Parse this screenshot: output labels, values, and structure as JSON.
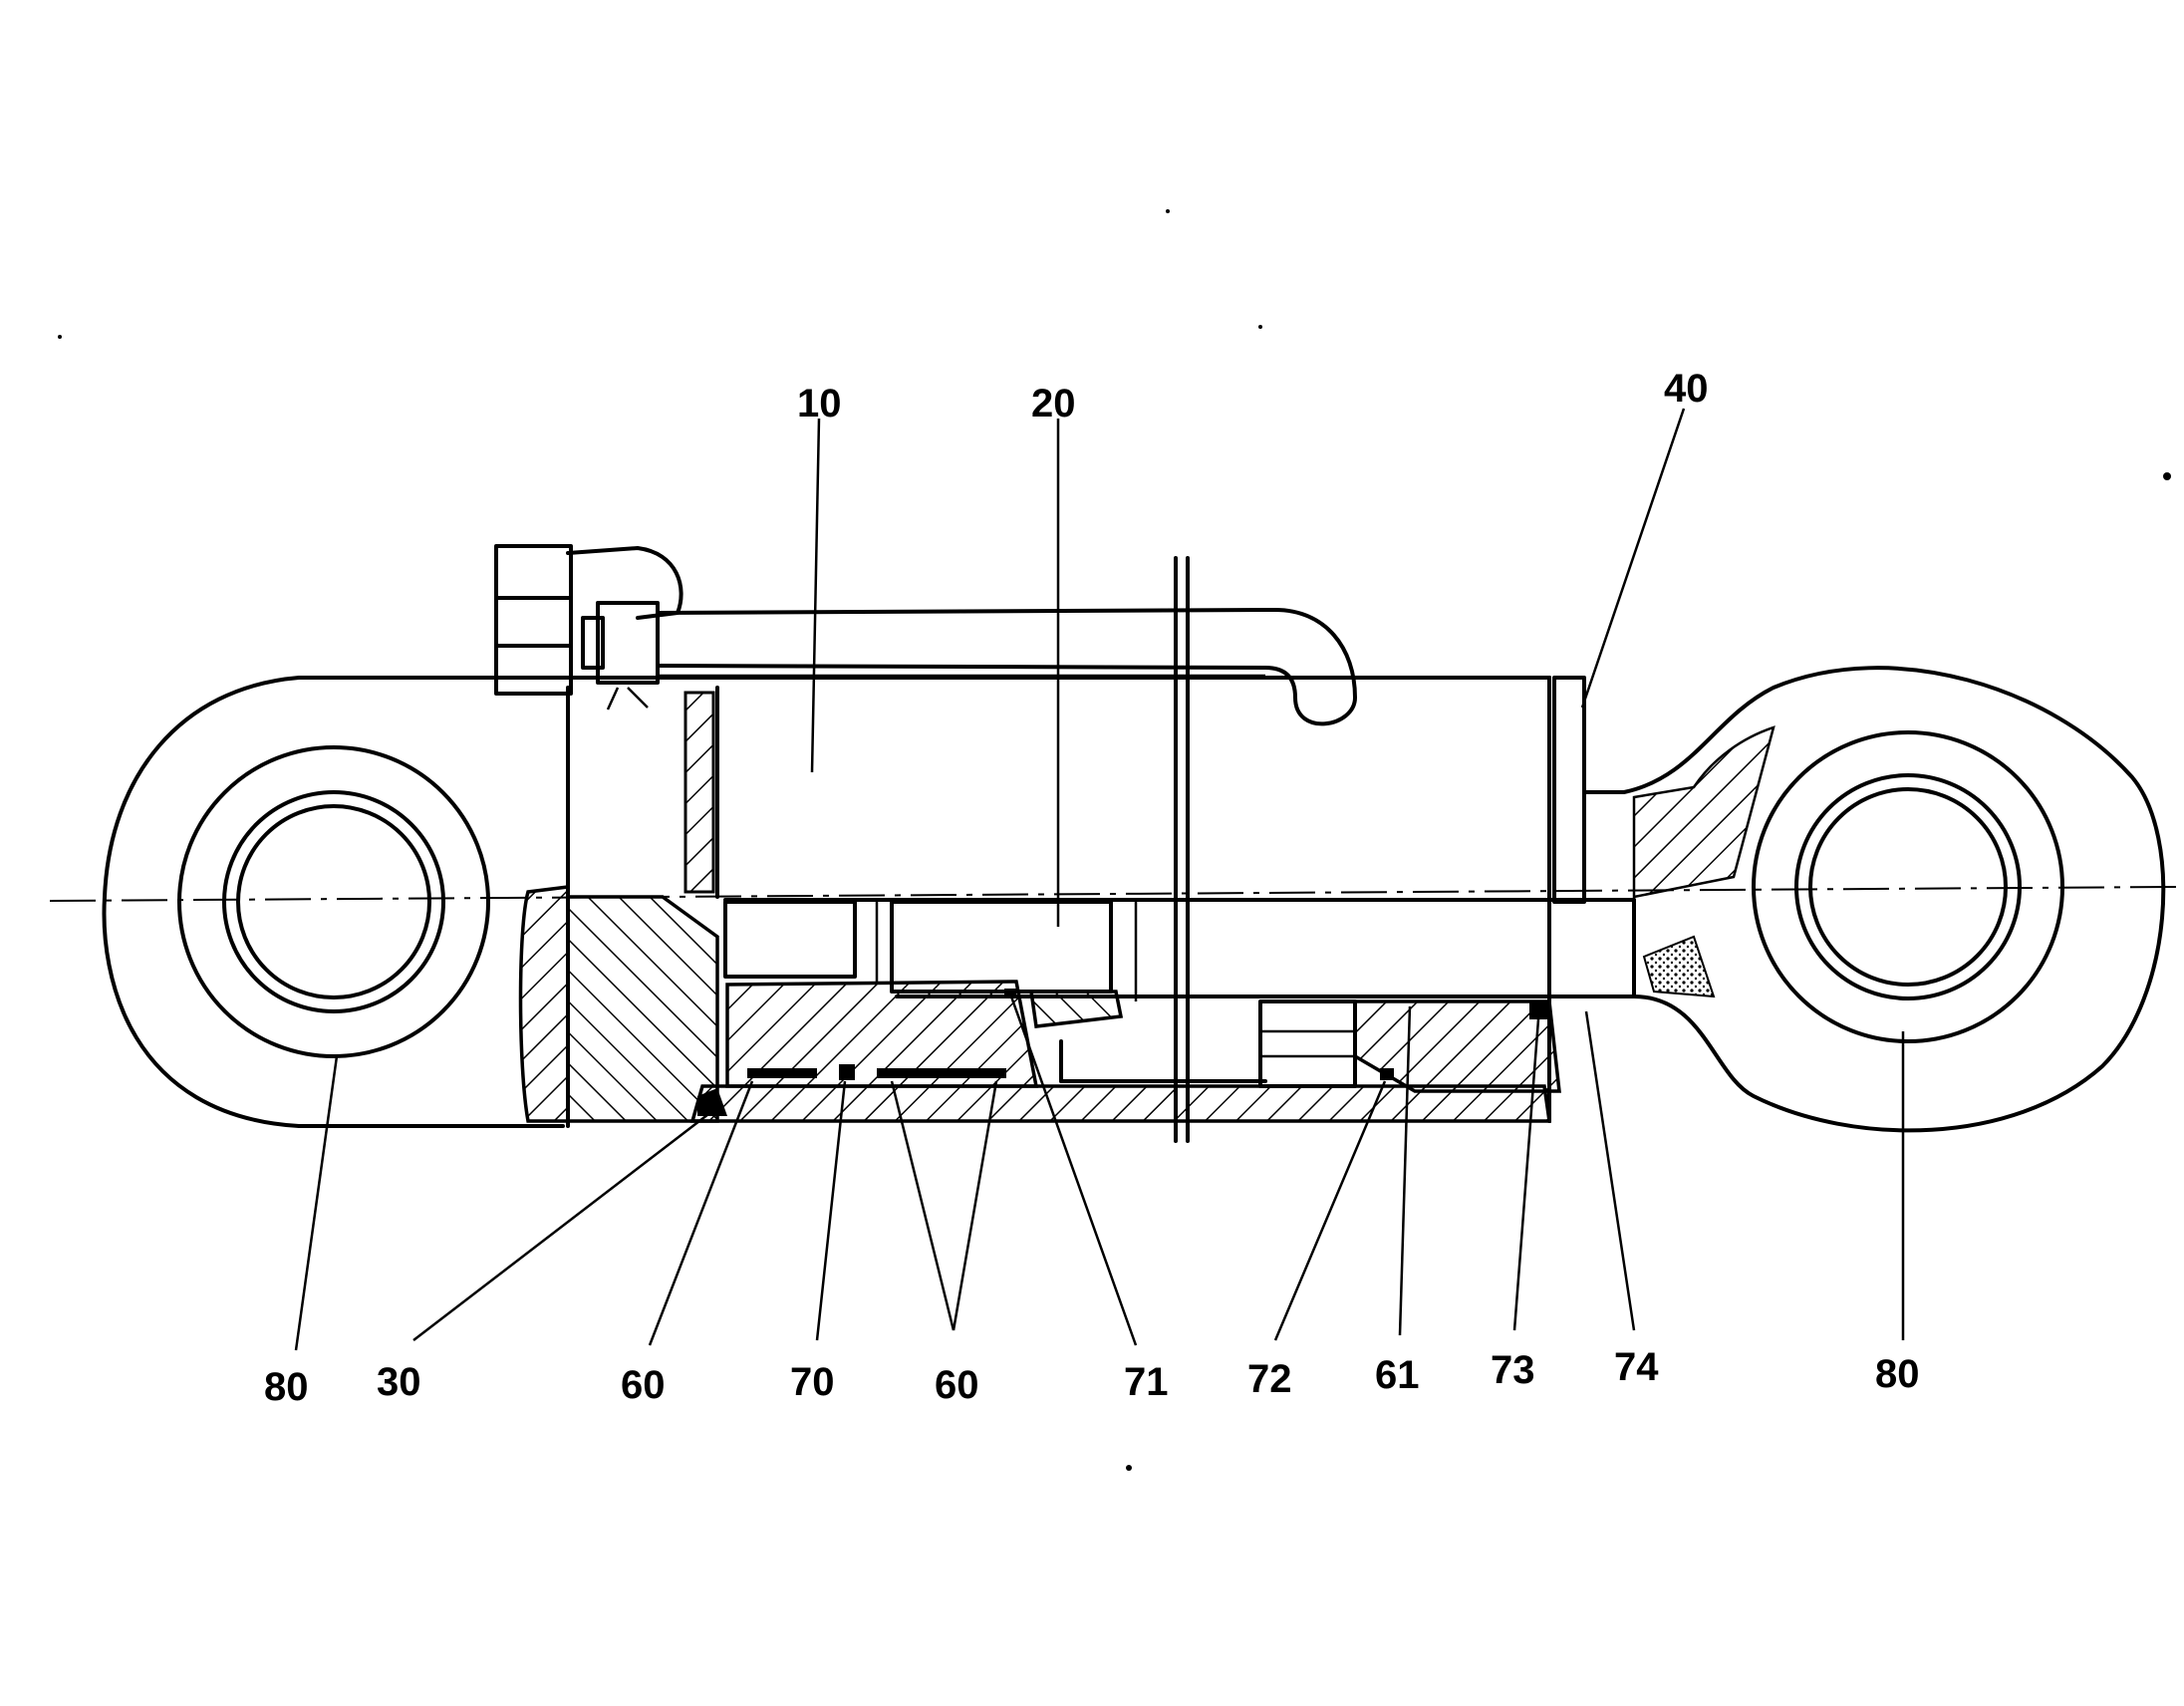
{
  "labels": {
    "top": {
      "l10": "10",
      "l20": "20",
      "l40": "40"
    },
    "bottom": {
      "l80_left": "80",
      "l30": "30",
      "l60_a": "60",
      "l70": "70",
      "l60_b": "60",
      "l71": "71",
      "l72": "72",
      "l61": "61",
      "l73": "73",
      "l74": "74",
      "l80_right": "80"
    }
  },
  "colors": {
    "ink": "#000000",
    "paper": "#ffffff"
  }
}
